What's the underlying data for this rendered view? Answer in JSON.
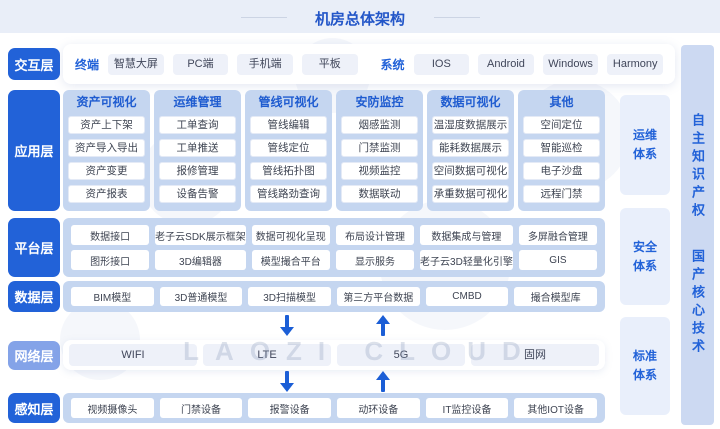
{
  "title": "机房总体架构",
  "colors": {
    "accent": "#2262d8",
    "panel_blue": "#c5d6f0",
    "label_light_blue": "#84a3e8",
    "header_band": "#e9eef8",
    "arrow_blue": "#1b5ed6"
  },
  "interaction": {
    "label": "交互层",
    "groups": [
      {
        "label": "终端",
        "items": [
          "智慧大屏",
          "PC端",
          "手机端",
          "平板"
        ]
      },
      {
        "label": "系统",
        "items": [
          "IOS",
          "Android",
          "Windows",
          "Harmony"
        ]
      }
    ]
  },
  "application": {
    "label": "应用层",
    "columns": [
      {
        "header": "资产可视化",
        "items": [
          "资产上下架",
          "资产导入导出",
          "资产变更",
          "资产报表"
        ]
      },
      {
        "header": "运维管理",
        "items": [
          "工单查询",
          "工单推送",
          "报修管理",
          "设备告警"
        ]
      },
      {
        "header": "管线可视化",
        "items": [
          "管线编辑",
          "管线定位",
          "管线拓扑图",
          "管线路劲查询"
        ]
      },
      {
        "header": "安防监控",
        "items": [
          "烟感监测",
          "门禁监测",
          "视频监控",
          "数据联动"
        ]
      },
      {
        "header": "数据可视化",
        "items": [
          "温湿度数据展示",
          "能耗数据展示",
          "空间数据可视化",
          "承重数据可视化"
        ]
      },
      {
        "header": "其他",
        "items": [
          "空间定位",
          "智能巡检",
          "电子沙盘",
          "远程门禁"
        ]
      }
    ]
  },
  "platform": {
    "label": "平台层",
    "rows": [
      [
        "数据接口",
        "老子云SDK展示框架",
        "数据可视化呈现",
        "布局设计管理",
        "数据集成与管理",
        "多屏融合管理"
      ],
      [
        "图形接口",
        "3D编辑器",
        "模型撮合平台",
        "显示服务",
        "老子云3D轻量化引擎",
        "GIS"
      ]
    ]
  },
  "data_layer": {
    "label": "数据层",
    "items": [
      "BIM模型",
      "3D普通模型",
      "3D扫描模型",
      "第三方平台数据",
      "CMBD",
      "撮合模型库"
    ]
  },
  "network": {
    "label": "网络层",
    "items": [
      "WIFI",
      "LTE",
      "5G",
      "固网"
    ],
    "watermark": "LAOZI CLOUD"
  },
  "perception": {
    "label": "感知层",
    "items": [
      "视频摄像头",
      "门禁设备",
      "报警设备",
      "动环设备",
      "IT监控设备",
      "其他IOT设备"
    ]
  },
  "systems": [
    "运维体系",
    "安全体系",
    "标准体系"
  ],
  "right_banner": [
    "自主知识产权",
    "国产核心技术"
  ]
}
